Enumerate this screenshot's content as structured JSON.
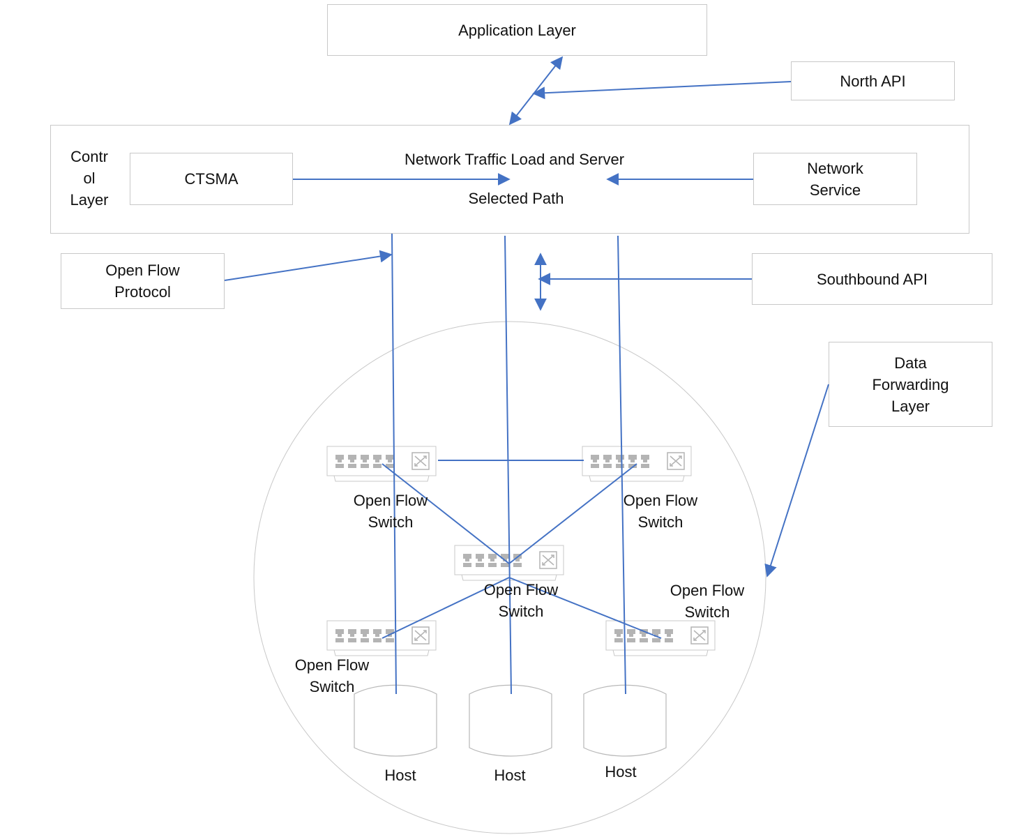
{
  "boxes": {
    "application_layer": "Application Layer",
    "north_api": "North API",
    "ctsma": "CTSMA",
    "network_service": "Network\nService",
    "open_flow_protocol": "Open Flow\nProtocol",
    "southbound_api": "Southbound API",
    "data_forwarding_layer": "Data\nForwarding\nLayer"
  },
  "control_layer": {
    "label": "Contr\nol\nLayer",
    "center_line1": "Network Traffic Load and Server",
    "center_line2": "Selected Path"
  },
  "switches": {
    "top_left": "Open Flow\nSwitch",
    "top_right": "Open Flow\nSwitch",
    "center": "Open Flow\nSwitch",
    "bottom_left": "Open Flow\nSwitch",
    "bottom_right": "Open Flow\nSwitch"
  },
  "hosts": {
    "left": "Host",
    "middle": "Host",
    "right": "Host"
  },
  "colors": {
    "line": "#4472c4",
    "border": "#c8c8c8",
    "icon": "#b0b0b0"
  }
}
